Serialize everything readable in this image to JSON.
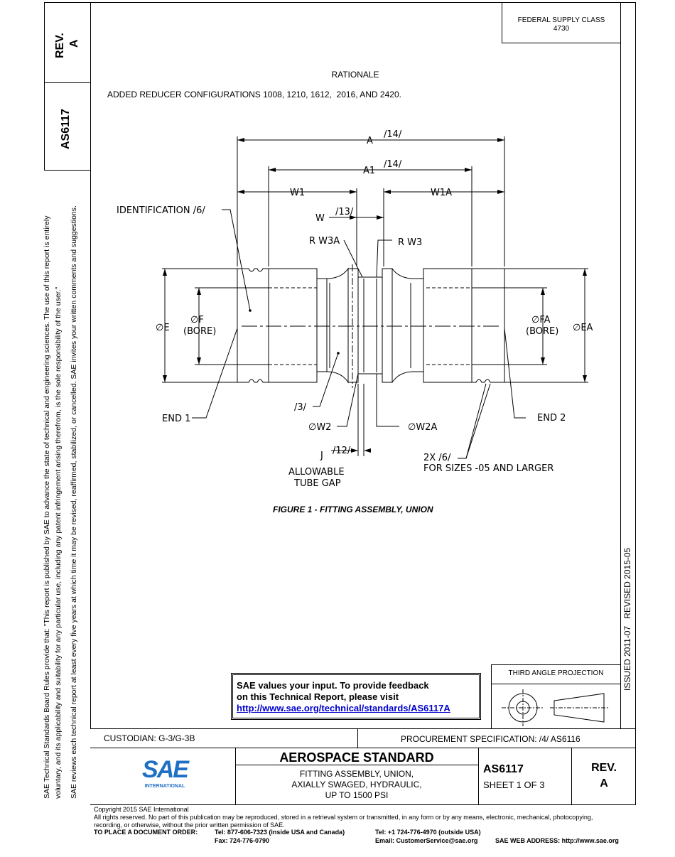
{
  "header": {
    "federal_supply_class_label": "FEDERAL SUPPLY CLASS",
    "federal_supply_class_value": "4730",
    "rev_side": "REV.",
    "rev_side_value": "A",
    "doc_number_side": "AS6117"
  },
  "rationale": {
    "title": "RATIONALE",
    "text": "ADDED REDUCER CONFIGURATIONS 1008, 1210, 1612,  2016, AND 2420."
  },
  "figure": {
    "caption": "FIGURE 1 - FITTING ASSEMBLY, UNION",
    "labels": {
      "a": "A",
      "a_note": "/14/",
      "a1": "A1",
      "a1_note": "/14/",
      "w1": "W1",
      "w1a": "W1A",
      "w": "W",
      "w_note": "/13/",
      "identification": "IDENTIFICATION /6/",
      "rw3a": "R W3A",
      "rw3": "R W3",
      "phi_e": "∅E",
      "phi_f": "∅F",
      "bore_left": "(BORE)",
      "phi_fa": "∅FA",
      "bore_right": "(BORE)",
      "phi_ea": "∅EA",
      "note3": "/3/",
      "end1": "END 1",
      "end2": "END 2",
      "phi_w2": "∅W2",
      "phi_w2a": "∅W2A",
      "j": "J",
      "j_note": "/12/",
      "allowable": "ALLOWABLE",
      "tube_gap": "TUBE GAP",
      "note_2x": "2X /6/",
      "sizes_note": "FOR SIZES -05 AND LARGER"
    }
  },
  "side_notes": {
    "line1": "SAE Technical Standards Board Rules provide that: \"This report is published by SAE to advance the state of technical and engineering sciences. The use of this report is entirely",
    "line2": "voluntary, and its applicability and suitability for any particular use, including any patent infringement arising therefrom, is the sole responsibility of the user.\"",
    "line3": "SAE reviews each technical report at least every five years at which time it may be revised, reaffirmed, stabilized, or cancelled. SAE invites your written comments and suggestions."
  },
  "issued": "ISSUED 2011-07   REVISED 2015-05",
  "feedback": {
    "line1": "SAE values your input. To provide feedback",
    "line2": "on this Technical Report, please visit",
    "link": "http://www.sae.org/technical/standards/AS6117A"
  },
  "projection": {
    "label": "THIRD ANGLE PROJECTION"
  },
  "title_block": {
    "custodian": "CUSTODIAN: G-3/G-3B",
    "procurement": "PROCUREMENT SPECIFICATION: /4/ AS6116",
    "logo_text": "SAE",
    "logo_sub": "INTERNATIONAL",
    "standard_type": "AEROSPACE STANDARD",
    "title_line1": "FITTING ASSEMBLY, UNION,",
    "title_line2": "AXIALLY SWAGED, HYDRAULIC,",
    "title_line3": "UP TO 1500 PSI",
    "doc_number": "AS6117",
    "sheet": "SHEET 1 OF 3",
    "rev_label": "REV.",
    "rev_value": "A"
  },
  "footer": {
    "copyright": "Copyright 2015 SAE International",
    "rights": "All rights reserved. No part of this publication may be reproduced, stored in a retrieval system or transmitted, in any form or by any means, electronic, mechanical, photocopying,",
    "rights2": "recording, or otherwise, without the prior written permission of SAE.",
    "order_label": "TO PLACE A DOCUMENT ORDER:",
    "tel_us": "Tel: 877-606-7323 (inside USA and Canada)",
    "fax": "Fax: 724-776-0790",
    "tel_intl": "Tel: +1 724-776-4970 (outside USA)",
    "email": "Email: CustomerService@sae.org",
    "web": "SAE WEB ADDRESS: http://www.sae.org"
  }
}
